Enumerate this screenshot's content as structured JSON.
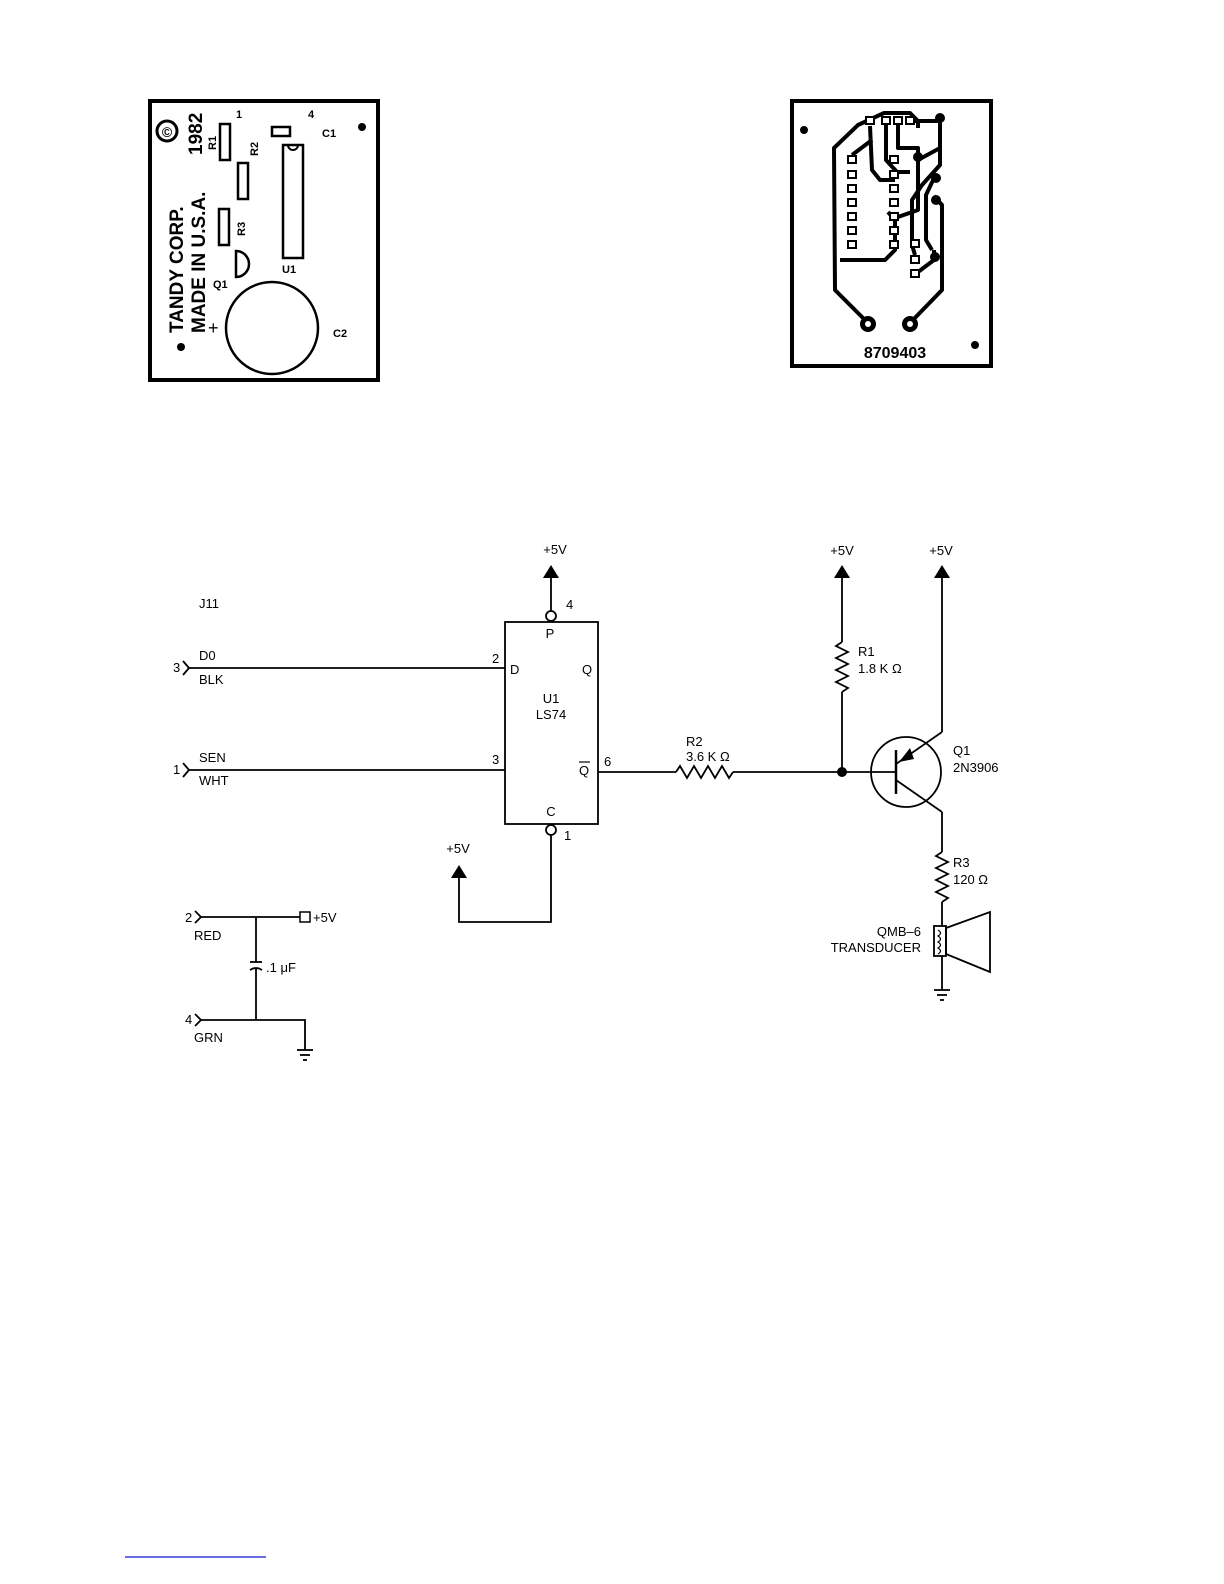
{
  "component_board": {
    "copyright_symbol": "©",
    "year": "1982",
    "maker": "TANDY CORP.",
    "origin": "MADE IN U.S.A.",
    "labels": {
      "r1": "R1",
      "r2": "R2",
      "r3": "R3",
      "q1": "Q1",
      "u1": "U1",
      "c1": "C1",
      "c2": "C2",
      "pin1": "1",
      "pin4": "4",
      "plus": "+"
    }
  },
  "trace_board": {
    "part_number": "8709403"
  },
  "schematic": {
    "connector": "J11",
    "pins": {
      "d0": {
        "num": "3",
        "signal": "D0",
        "wire": "BLK"
      },
      "sen": {
        "num": "1",
        "signal": "SEN",
        "wire": "WHT"
      },
      "red": {
        "num": "2",
        "wire": "RED"
      },
      "grn": {
        "num": "4",
        "wire": "GRN"
      }
    },
    "supply": "+5V",
    "u1": {
      "name": "U1",
      "part": "LS74",
      "pin_p": "P",
      "pin_d": "D",
      "pin_q": "Q",
      "pin_qbar": "Q",
      "pin_c": "C",
      "num_p": "4",
      "num_d": "2",
      "num_clk": "3",
      "num_qbar": "6",
      "num_c": "1"
    },
    "r1": {
      "name": "R1",
      "value": "1.8 K Ω"
    },
    "r2": {
      "name": "R2",
      "value": "3.6 K Ω"
    },
    "r3": {
      "name": "R3",
      "value": "120 Ω"
    },
    "q1": {
      "name": "Q1",
      "part": "2N3906"
    },
    "transducer": {
      "model": "QMB–6",
      "label": "TRANSDUCER"
    },
    "capacitor": {
      "value": ".1 μF"
    }
  }
}
